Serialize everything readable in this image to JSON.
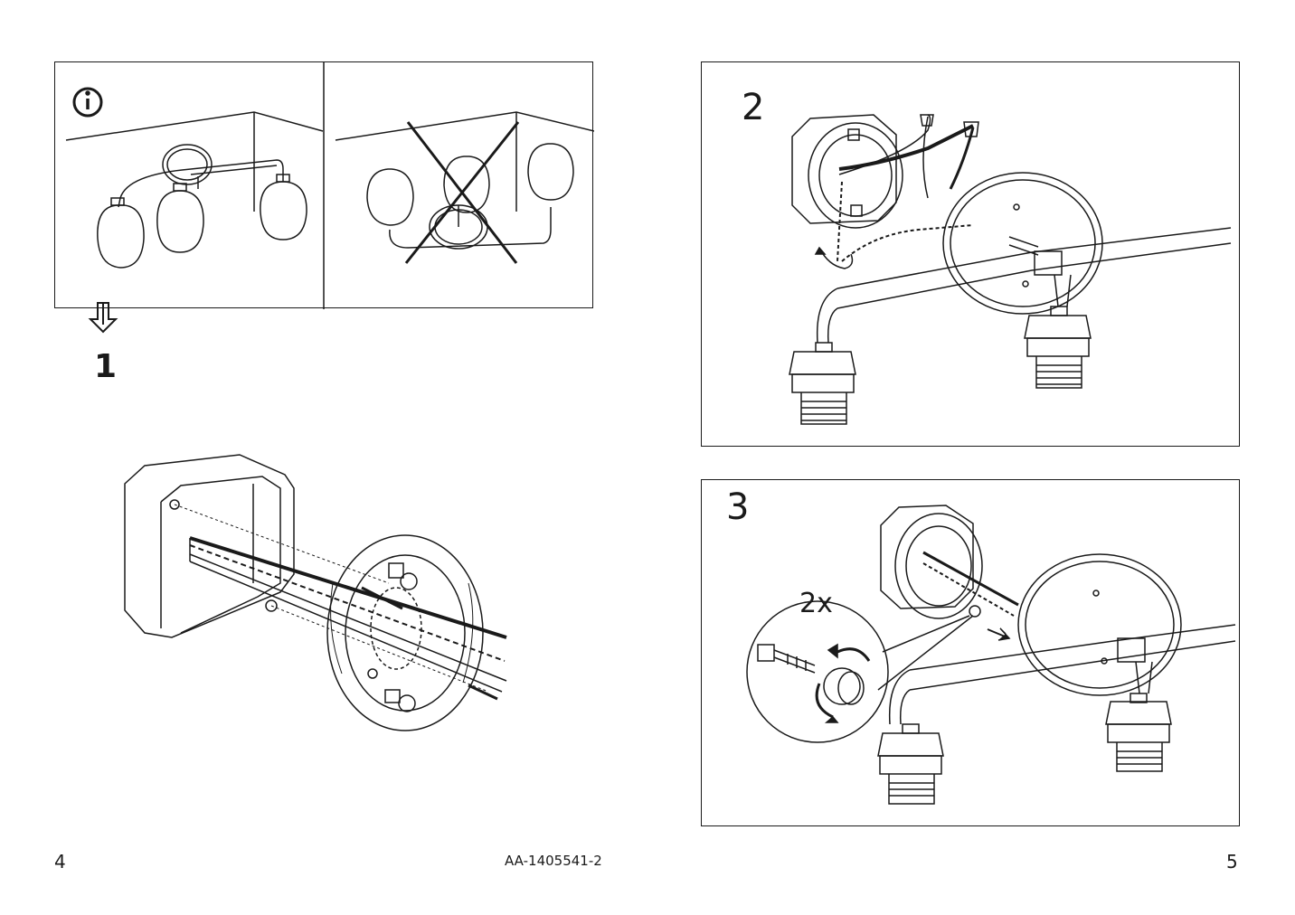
{
  "info_panel": {
    "info_icon": "info-icon",
    "correct_label": "correct-orientation",
    "wrong_label": "incorrect-orientation"
  },
  "steps": {
    "step1": "1",
    "step2": "2",
    "step3": "3",
    "quantity": "2x"
  },
  "footer": {
    "left_page": "4",
    "doc_code": "AA-1405541-2",
    "right_page": "5"
  }
}
